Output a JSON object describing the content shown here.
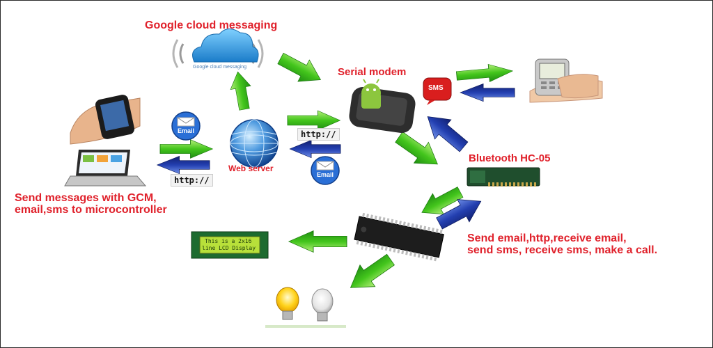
{
  "labels": {
    "gcm_title": "Google cloud messaging",
    "gcm_logo_text": "Google cloud messaging",
    "serial_modem": "Serial modem",
    "web_server": "Web server",
    "bluetooth": "Bluetooth HC-05",
    "left_caption_line1": "Send messages with GCM,",
    "left_caption_line2": "email,sms to microcontroller",
    "right_caption_line1": "Send email,http,receive email,",
    "right_caption_line2": "send sms, receive sms, make a call."
  },
  "badges": {
    "email_a": "Email",
    "email_b": "Email",
    "sms": "SMS",
    "http_a": "http://",
    "http_b": "http://"
  },
  "lcd": {
    "line1": "This is a 2x16",
    "line2": "line LCD Display"
  },
  "colors": {
    "label_red": "#e0212b",
    "arrow_green": "#3fc21a",
    "arrow_blue": "#1e3aa8",
    "cloud_blue": "#2a9be0"
  }
}
